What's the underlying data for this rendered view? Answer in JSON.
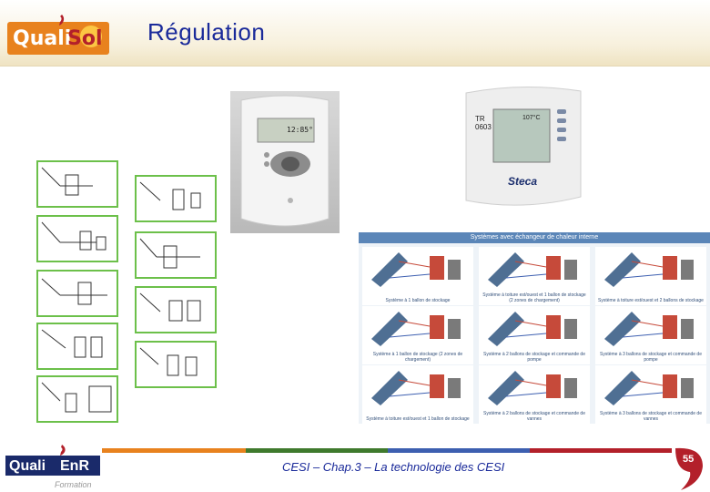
{
  "header": {
    "title": "Régulation",
    "logo": {
      "text_left": "Quali",
      "text_right": "Sol"
    }
  },
  "controllers": {
    "left_display": "12:85°",
    "right_brand": "Steca",
    "right_model": "TR 0603",
    "right_display": "107°C"
  },
  "systems_table": {
    "title": "Systèmes avec échangeur de chaleur interne",
    "cells": [
      "Système à 1 ballon de stockage",
      "Système à toiture est/ouest et 1 ballon de stockage (2 zones de chargement)",
      "Système à toiture est/ouest et 2 ballons de stockage",
      "Système à 1 ballon de stockage (2 zones de chargement)",
      "Système à 2 ballons de stockage et commande de pompe",
      "Système à 3 ballons de stockage et commande de pompe",
      "Système à toiture est/ouest et 1 ballon de stockage",
      "Système à 2 ballons de stockage et commande de vannes",
      "Système à 3 ballons de stockage et commande de vannes"
    ]
  },
  "footer": {
    "caption": "CESI – Chap.3 – La technologie des CESI",
    "page_number": "55",
    "logo": {
      "text_left": "Quali",
      "text_right": "EnR",
      "subtitle": "Formation"
    }
  },
  "colors": {
    "title_blue": "#1a2a9a",
    "brand_orange": "#e8821e",
    "brand_red": "#b3202a",
    "diagram_green": "#6cc04a",
    "table_blue": "#5b86b8"
  }
}
